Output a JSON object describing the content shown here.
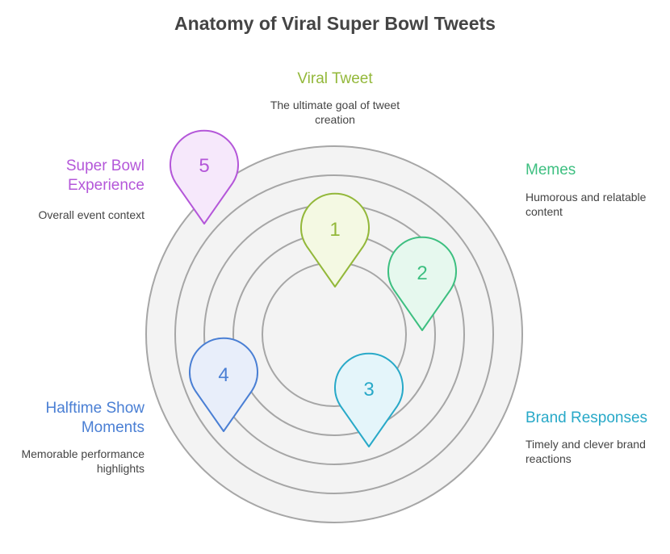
{
  "title": "Anatomy of Viral Super Bowl Tweets",
  "items": [
    {
      "number": "1",
      "label": "Viral Tweet",
      "description": "The ultimate goal of tweet creation",
      "color": "#93b83a",
      "fill": "#f4f9e3"
    },
    {
      "number": "2",
      "label": "Memes",
      "description": "Humorous and relatable content",
      "color": "#3dbf80",
      "fill": "#e6f8ee"
    },
    {
      "number": "3",
      "label": "Brand Responses",
      "description": "Timely and clever brand reactions",
      "color": "#28a9c8",
      "fill": "#e4f5fa"
    },
    {
      "number": "4",
      "label": "Halftime Show Moments",
      "description": "Memorable performance highlights",
      "color": "#4a7fd4",
      "fill": "#e8eefa"
    },
    {
      "number": "5",
      "label": "Super Bowl Experience",
      "description": "Overall event context",
      "color": "#b457d9",
      "fill": "#f6e8fb"
    }
  ],
  "ring_fill": "#f3f3f3",
  "ring_stroke": "#a6a6a6"
}
